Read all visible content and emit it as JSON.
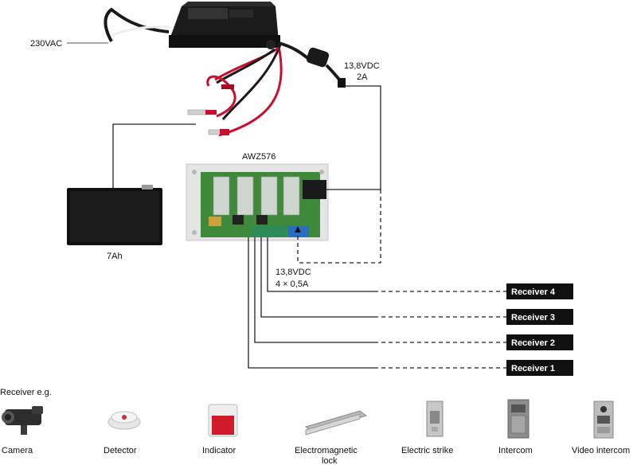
{
  "labels": {
    "mains": "230VAC",
    "dc_out_voltage": "13,8VDC",
    "dc_out_current": "2A",
    "module": "AWZ576",
    "battery": "7Ah",
    "outputs_voltage": "13,8VDC",
    "outputs_current": "4 × 0,5A",
    "receiver_eg": "Receiver e.g."
  },
  "receivers": [
    {
      "label": "Receiver 4"
    },
    {
      "label": "Receiver 3"
    },
    {
      "label": "Receiver 2"
    },
    {
      "label": "Receiver 1"
    }
  ],
  "devices": [
    {
      "icon": "camera-icon",
      "label": "Camera"
    },
    {
      "icon": "detector-icon",
      "label": "Detector"
    },
    {
      "icon": "indicator-icon",
      "label": "Indicator"
    },
    {
      "icon": "electromagnetic-lock-icon",
      "label": "Electromagnetic",
      "label2": "lock"
    },
    {
      "icon": "electric-strike-icon",
      "label": "Electric strike"
    },
    {
      "icon": "intercom-icon",
      "label": "Intercom"
    },
    {
      "icon": "video-intercom-icon",
      "label": "Video intercom"
    }
  ],
  "colors": {
    "wire_red": "#c8102e",
    "wire_black": "#1a1a1a",
    "pcb_green": "#3f8a3a",
    "receiver_bg": "#111111"
  }
}
